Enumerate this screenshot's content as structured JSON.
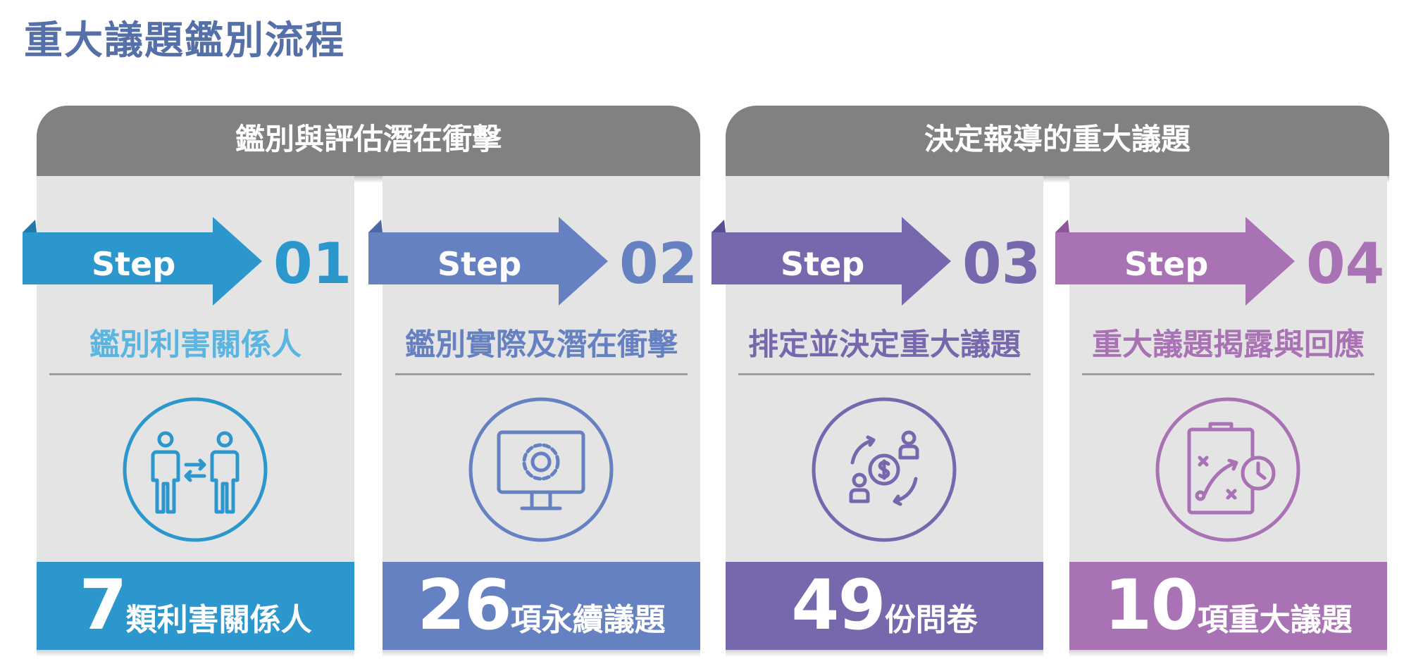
{
  "title": "重大議題鑑別流程",
  "phases": [
    {
      "label": "鑑別與評估潛在衝擊"
    },
    {
      "label": "決定報導的重大議題"
    }
  ],
  "steps": [
    {
      "step_label": "Step",
      "number": "01",
      "name": "鑑別利害關係人",
      "icon": "people-exchange-icon",
      "metric_value": "7",
      "metric_unit": "類利害關係人",
      "color": "#2b97cc"
    },
    {
      "step_label": "Step",
      "number": "02",
      "name": "鑑別實際及潛在衝擊",
      "icon": "monitor-gear-icon",
      "metric_value": "26",
      "metric_unit": "項永續議題",
      "color": "#6681c2"
    },
    {
      "step_label": "Step",
      "number": "03",
      "name": "排定並決定重大議題",
      "icon": "money-cycle-icon",
      "metric_value": "49",
      "metric_unit": "份問卷",
      "color": "#7768ae"
    },
    {
      "step_label": "Step",
      "number": "04",
      "name": "重大議題揭露與回應",
      "icon": "strategy-clipboard-icon",
      "metric_value": "10",
      "metric_unit": "項重大議題",
      "color": "#a872b4"
    }
  ]
}
